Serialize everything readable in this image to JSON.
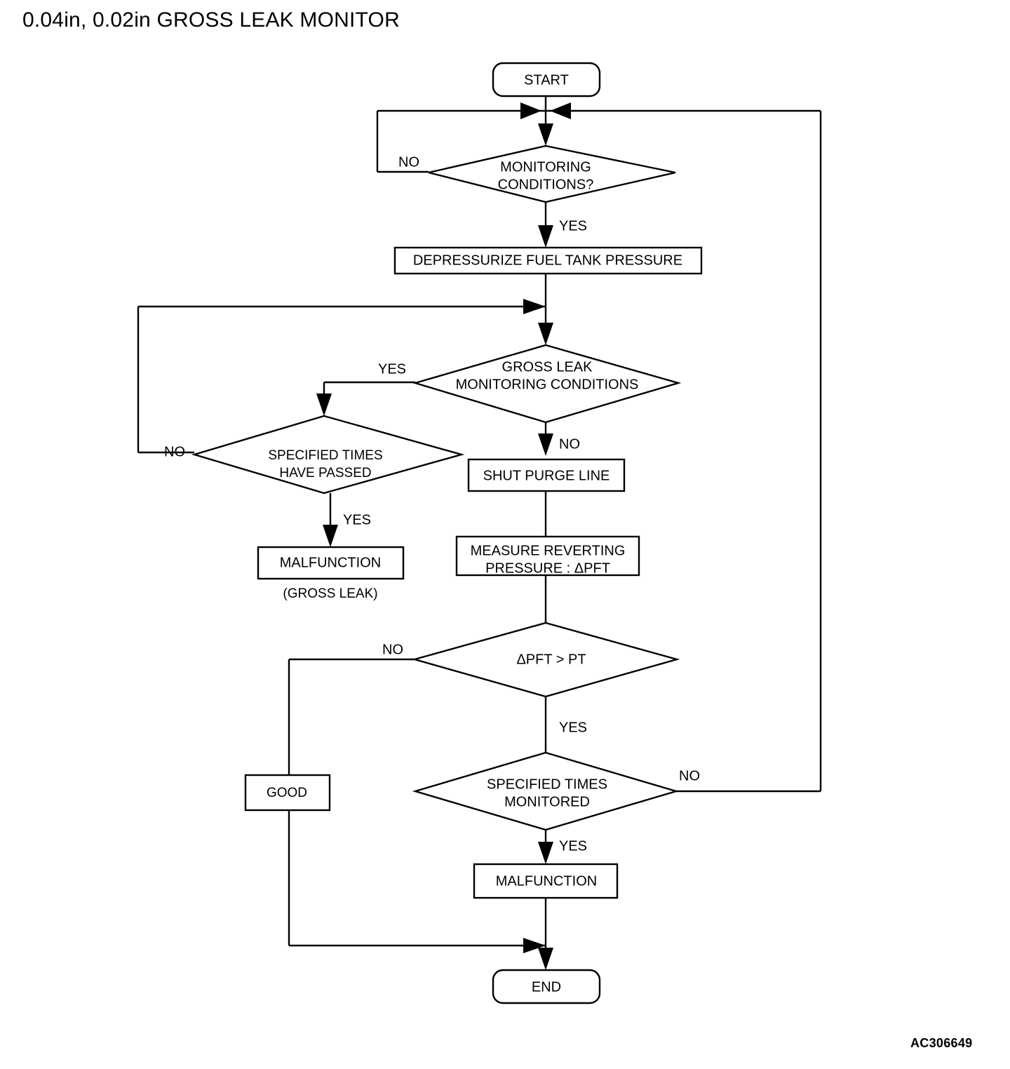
{
  "title": "0.04in, 0.02in GROSS LEAK MONITOR",
  "reference_code": "AC306649",
  "chart_data": {
    "type": "diagram",
    "diagram_type": "flowchart",
    "title": "0.04in, 0.02in GROSS LEAK MONITOR",
    "nodes": [
      {
        "id": "start",
        "shape": "terminator",
        "label": "START"
      },
      {
        "id": "mon_cond",
        "shape": "decision",
        "label_line1": "MONITORING",
        "label_line2": "CONDITIONS?"
      },
      {
        "id": "depress",
        "shape": "process",
        "label": "DEPRESSURIZE FUEL TANK PRESSURE"
      },
      {
        "id": "gross_cond",
        "shape": "decision",
        "label_line1": "GROSS LEAK",
        "label_line2": "MONITORING CONDITIONS"
      },
      {
        "id": "times_passed",
        "shape": "decision",
        "label_line1": "SPECIFIED TIMES",
        "label_line2": "HAVE PASSED"
      },
      {
        "id": "malf_gross",
        "shape": "process",
        "label": "MALFUNCTION",
        "sublabel": "(GROSS LEAK)"
      },
      {
        "id": "shut_purge",
        "shape": "process",
        "label": "SHUT PURGE LINE"
      },
      {
        "id": "measure",
        "shape": "process",
        "label_line1": "MEASURE REVERTING",
        "label_line2": "PRESSURE : ΔPFT"
      },
      {
        "id": "pft_gt_pt",
        "shape": "decision",
        "label": "ΔPFT > PT"
      },
      {
        "id": "good",
        "shape": "process",
        "label": "GOOD"
      },
      {
        "id": "times_mon",
        "shape": "decision",
        "label_line1": "SPECIFIED TIMES",
        "label_line2": "MONITORED"
      },
      {
        "id": "malf",
        "shape": "process",
        "label": "MALFUNCTION"
      },
      {
        "id": "end",
        "shape": "terminator",
        "label": "END"
      }
    ],
    "edges": [
      {
        "from": "start",
        "to": "mon_cond",
        "label": ""
      },
      {
        "from": "mon_cond",
        "to": "mon_cond",
        "label": "NO"
      },
      {
        "from": "mon_cond",
        "to": "depress",
        "label": "YES"
      },
      {
        "from": "depress",
        "to": "gross_cond",
        "label": ""
      },
      {
        "from": "gross_cond",
        "to": "times_passed",
        "label": "YES"
      },
      {
        "from": "gross_cond",
        "to": "shut_purge",
        "label": "NO"
      },
      {
        "from": "times_passed",
        "to": "gross_cond",
        "label": "NO"
      },
      {
        "from": "times_passed",
        "to": "malf_gross",
        "label": "YES"
      },
      {
        "from": "shut_purge",
        "to": "measure",
        "label": ""
      },
      {
        "from": "measure",
        "to": "pft_gt_pt",
        "label": ""
      },
      {
        "from": "pft_gt_pt",
        "to": "good",
        "label": "NO"
      },
      {
        "from": "pft_gt_pt",
        "to": "times_mon",
        "label": "YES"
      },
      {
        "from": "times_mon",
        "to": "mon_cond",
        "label": "NO"
      },
      {
        "from": "times_mon",
        "to": "malf",
        "label": "YES"
      },
      {
        "from": "malf",
        "to": "end",
        "label": ""
      },
      {
        "from": "good",
        "to": "end",
        "label": ""
      }
    ],
    "edge_labels": {
      "mon_cond_no": "NO",
      "mon_cond_yes": "YES",
      "gross_yes": "YES",
      "gross_no": "NO",
      "times_passed_no": "NO",
      "times_passed_yes": "YES",
      "pft_no": "NO",
      "pft_yes": "YES",
      "times_mon_no": "NO",
      "times_mon_yes": "YES"
    }
  },
  "nodes": {
    "start": {
      "label": "START"
    },
    "monitoring_conditions": {
      "line1": "MONITORING",
      "line2": "CONDITIONS?"
    },
    "depressurize": {
      "label": "DEPRESSURIZE FUEL TANK PRESSURE"
    },
    "gross_leak_conditions": {
      "line1": "GROSS LEAK",
      "line2": "MONITORING CONDITIONS"
    },
    "specified_times_passed": {
      "line1": "SPECIFIED TIMES",
      "line2": "HAVE PASSED"
    },
    "malfunction_gross": {
      "label": "MALFUNCTION",
      "sublabel": "(GROSS LEAK)"
    },
    "shut_purge_line": {
      "label": "SHUT PURGE LINE"
    },
    "measure_reverting": {
      "line1": "MEASURE REVERTING",
      "line2": "PRESSURE : ΔPFT"
    },
    "pft_compare": {
      "label": "ΔPFT > PT"
    },
    "good": {
      "label": "GOOD"
    },
    "specified_times_monitored": {
      "line1": "SPECIFIED TIMES",
      "line2": "MONITORED"
    },
    "malfunction": {
      "label": "MALFUNCTION"
    },
    "end": {
      "label": "END"
    }
  },
  "labels": {
    "mon_cond_no": "NO",
    "mon_cond_yes": "YES",
    "gross_yes": "YES",
    "gross_no": "NO",
    "times_passed_no": "NO",
    "times_passed_yes": "YES",
    "pft_no": "NO",
    "pft_yes": "YES",
    "times_mon_no": "NO",
    "times_mon_yes": "YES"
  },
  "colors": {
    "stroke": "#000000",
    "fill": "#ffffff",
    "text": "#000000"
  }
}
